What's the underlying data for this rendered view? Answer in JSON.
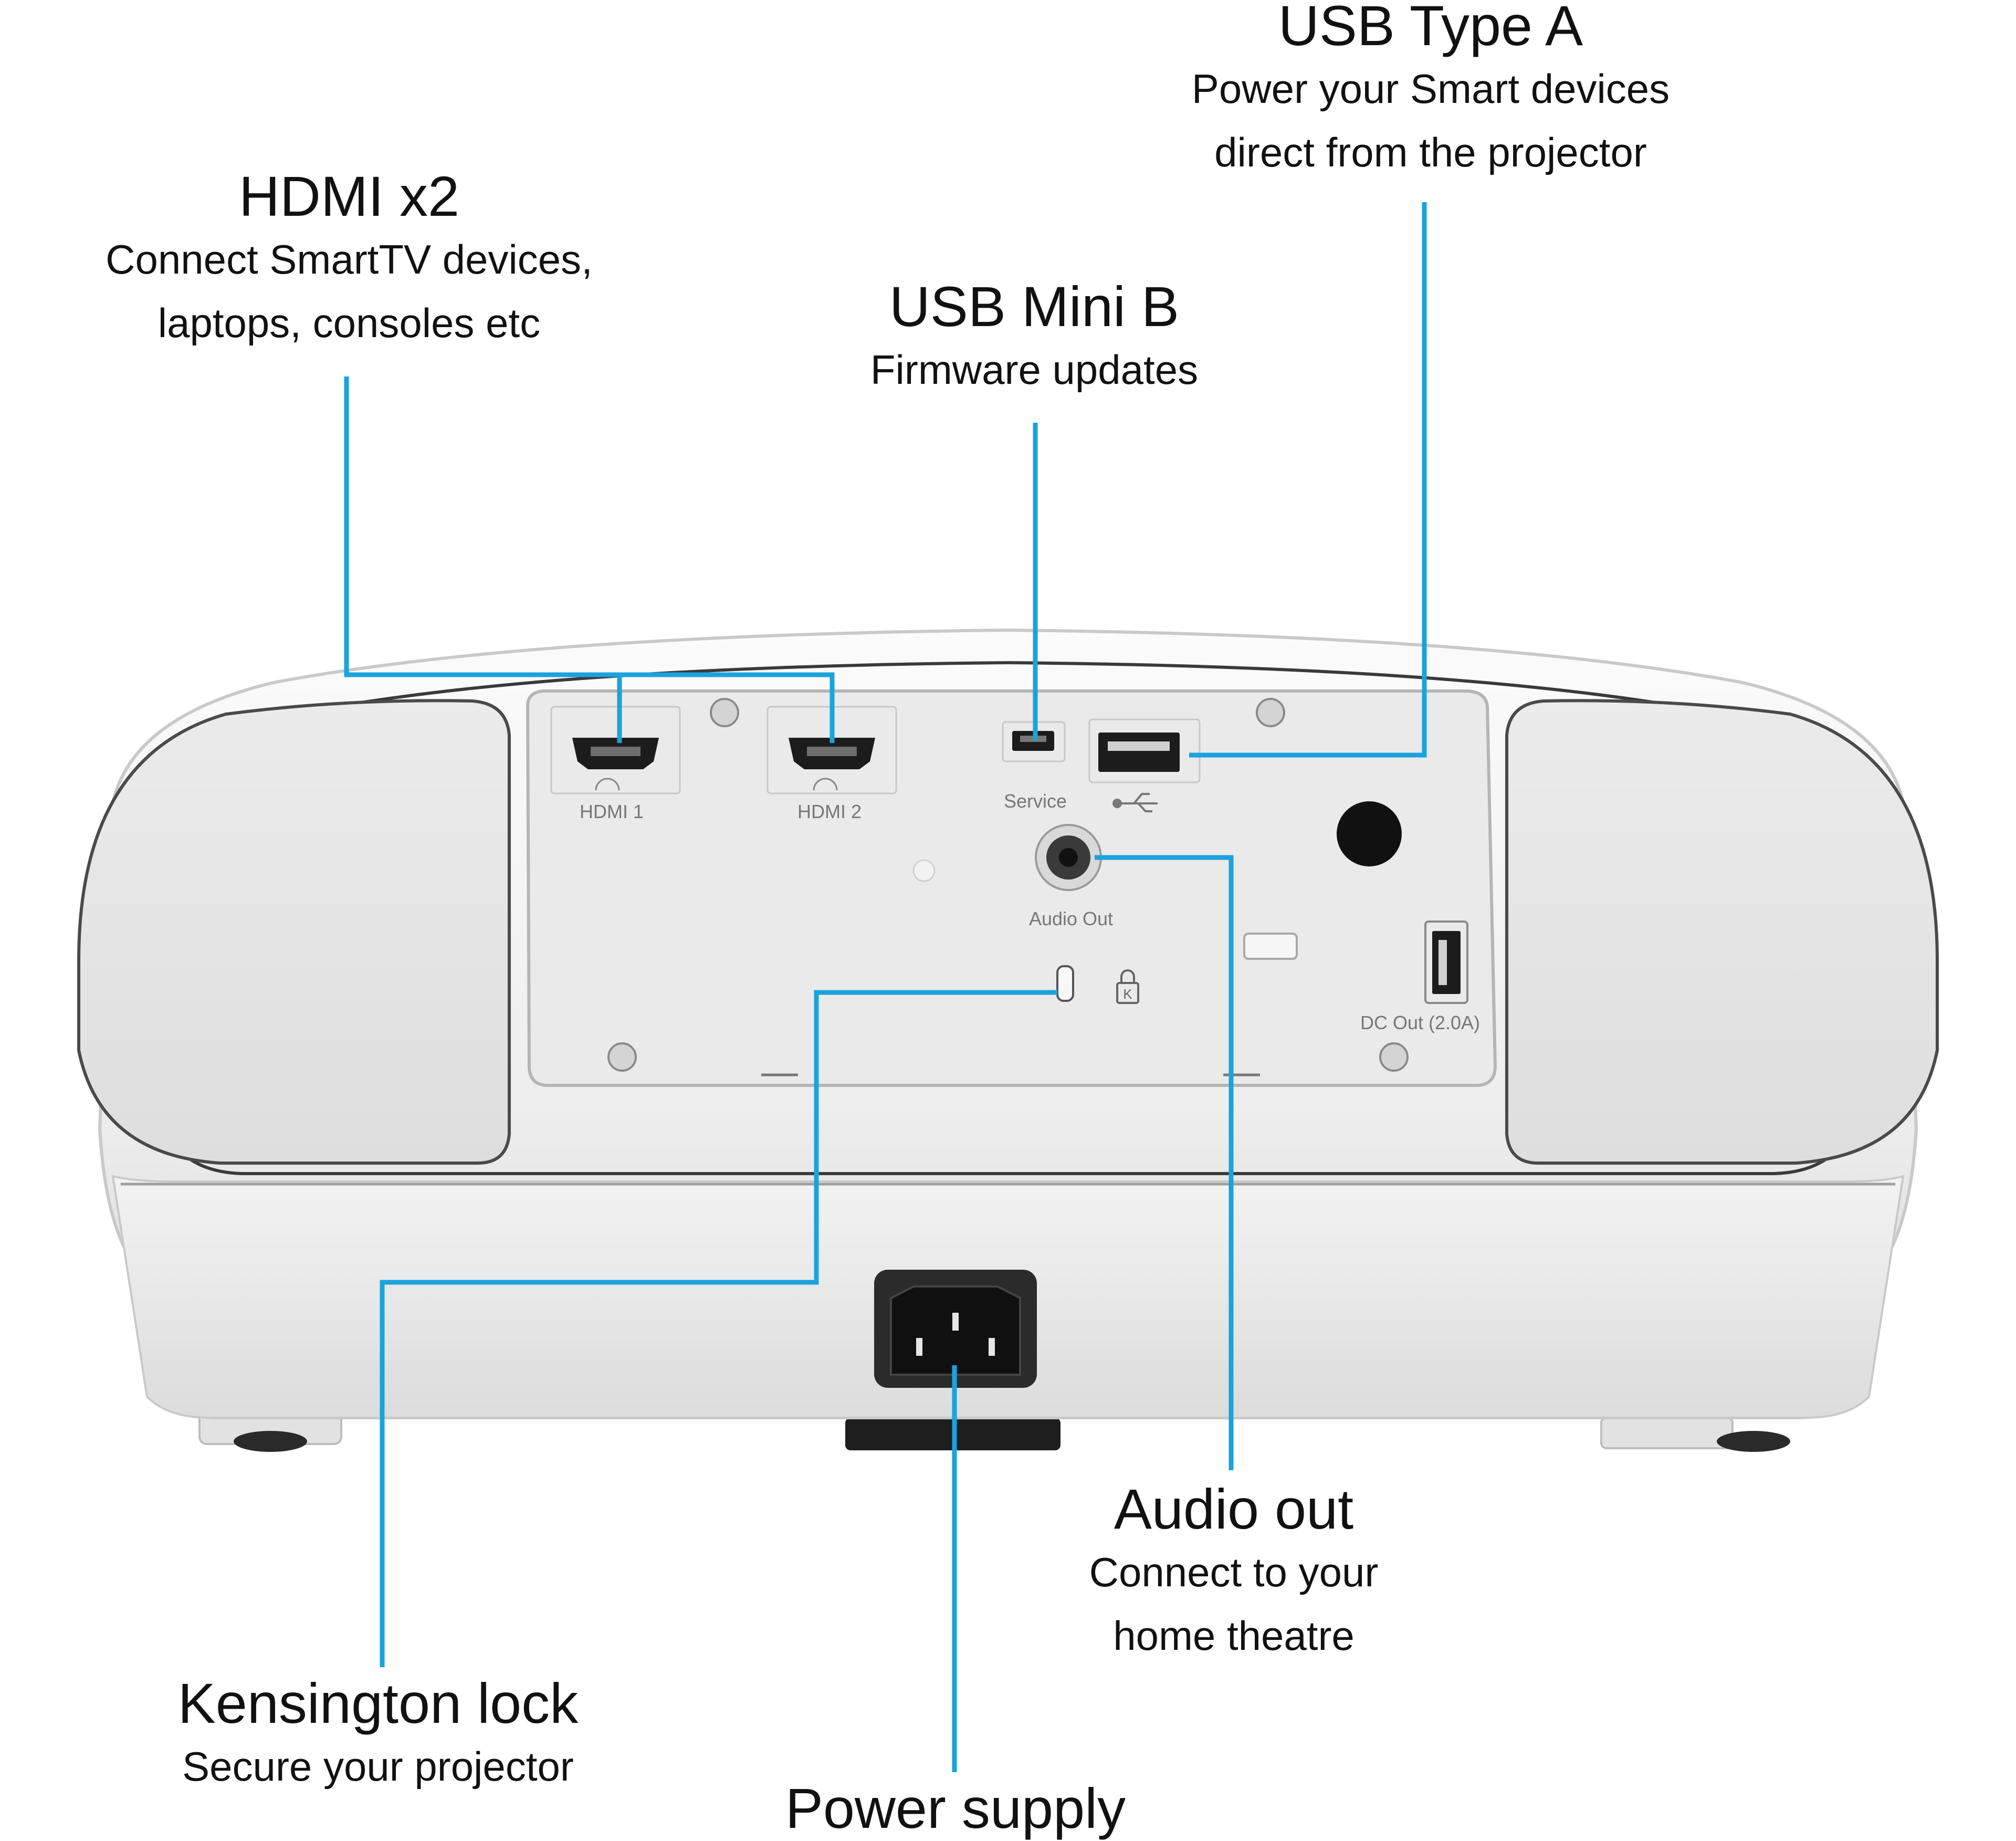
{
  "callouts": {
    "usb_a": {
      "title": "USB Type A",
      "desc_1": "Power your Smart devices",
      "desc_2": "direct from the projector"
    },
    "hdmi": {
      "title": "HDMI x2",
      "desc_1": "Connect SmartTV devices,",
      "desc_2": "laptops, consoles etc"
    },
    "usb_mini": {
      "title": "USB Mini B",
      "desc_1": "Firmware updates"
    },
    "audio": {
      "title": "Audio out",
      "desc_1": "Connect to your",
      "desc_2": "home theatre"
    },
    "kensington": {
      "title": "Kensington lock",
      "desc_1": "Secure your projector"
    },
    "power": {
      "title": "Power supply"
    }
  },
  "panel_labels": {
    "hdmi1": "HDMI 1",
    "hdmi2": "HDMI 2",
    "service": "Service",
    "audio_out": "Audio Out",
    "dc_out": "DC Out (2.0A)"
  },
  "colors": {
    "leader_line": "#1aa3dc",
    "body": "#f2f2f2",
    "panel": "#e6e6e6",
    "port": "#1c1c1c"
  }
}
